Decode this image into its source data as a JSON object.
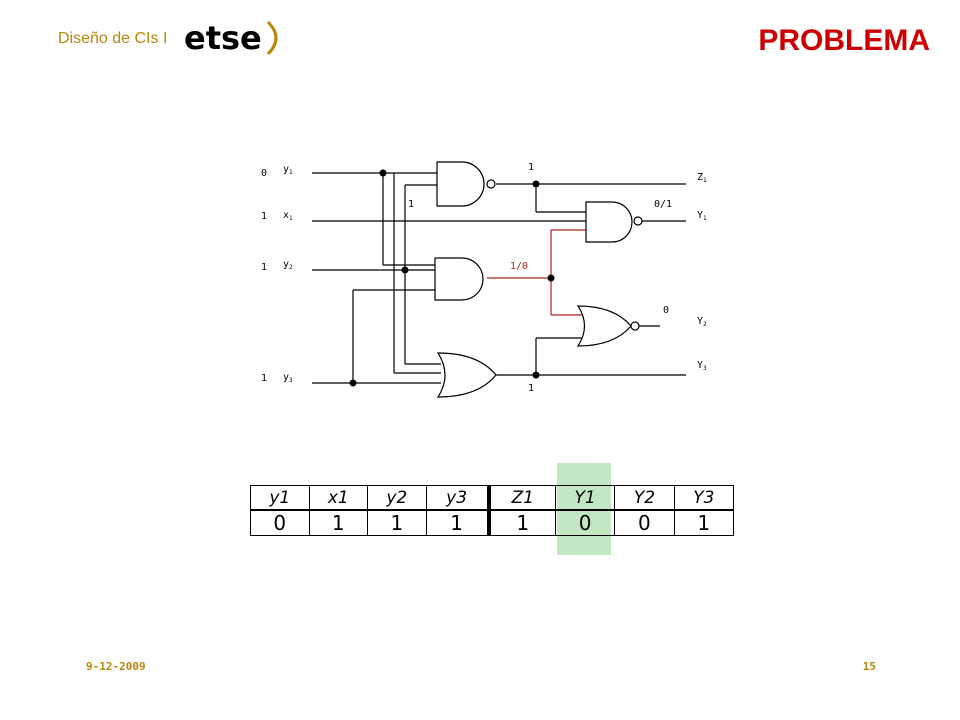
{
  "header": {
    "course": "Diseño de CIs I",
    "logo_text": "etse",
    "title": "PROBLEMA"
  },
  "footer": {
    "date": "9-12-2009",
    "page": "15"
  },
  "circuit": {
    "inputs": [
      {
        "name": "y",
        "sub": "1",
        "value": "0"
      },
      {
        "name": "x",
        "sub": "1",
        "value": "1"
      },
      {
        "name": "y",
        "sub": "2",
        "value": "1"
      },
      {
        "name": "y",
        "sub": "3",
        "value": "1"
      }
    ],
    "outputs": [
      {
        "name": "Z",
        "sub": "1"
      },
      {
        "name": "Y",
        "sub": "1"
      },
      {
        "name": "Y",
        "sub": "2"
      },
      {
        "name": "Y",
        "sub": "3"
      }
    ],
    "node_values": {
      "nand1_in": "1",
      "nand1_out": "1",
      "y1_out": "0/1",
      "and_out": "1/0",
      "nor_out": "0",
      "or_out": "1"
    },
    "colors": {
      "active_path": "#b22222",
      "wire": "#000000"
    }
  },
  "truth_table": {
    "headers": [
      "y1",
      "x1",
      "y2",
      "y3",
      "Z1",
      "Y1",
      "Y2",
      "Y3"
    ],
    "values": [
      "0",
      "1",
      "1",
      "1",
      "1",
      "0",
      "0",
      "1"
    ],
    "highlight_color": "#c3e6c3"
  }
}
